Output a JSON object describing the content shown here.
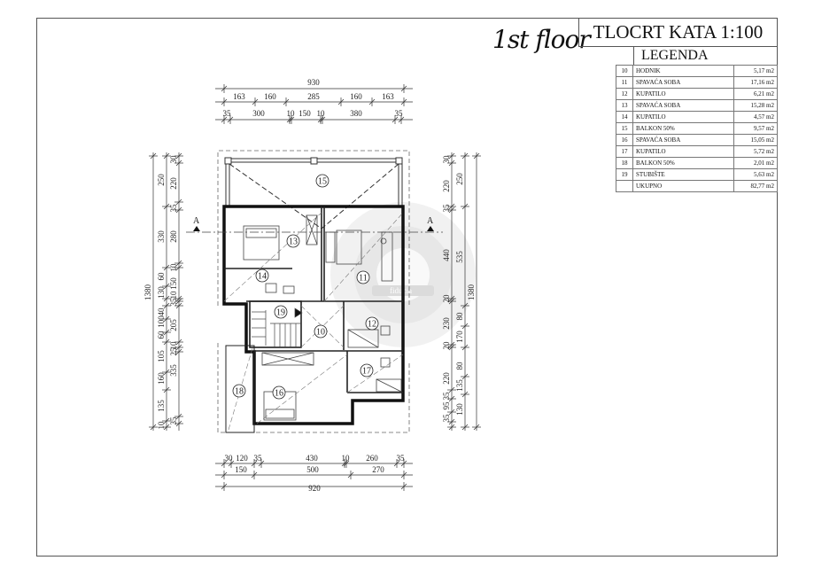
{
  "title_script": "1st floor",
  "title": "TLOCRT KATA 1:100",
  "legend": {
    "header": "LEGENDA",
    "rows": [
      {
        "num": "10",
        "name": "HODNIK",
        "area": "5,17 m2"
      },
      {
        "num": "11",
        "name": "SPAVAĆA SOBA",
        "area": "17,16 m2"
      },
      {
        "num": "12",
        "name": "KUPATILO",
        "area": "6,21 m2"
      },
      {
        "num": "13",
        "name": "SPAVAĆA SOBA",
        "area": "15,28 m2"
      },
      {
        "num": "14",
        "name": "KUPATILO",
        "area": "4,57 m2"
      },
      {
        "num": "15",
        "name": "BALKON 50%",
        "area": "9,57 m2"
      },
      {
        "num": "16",
        "name": "SPAVAĆA SOBA",
        "area": "15,05 m2"
      },
      {
        "num": "17",
        "name": "KUPATILO",
        "area": "5,72 m2"
      },
      {
        "num": "18",
        "name": "BALKON 50%",
        "area": "2,01 m2"
      },
      {
        "num": "19",
        "name": "STUBIŠTE",
        "area": "5,63 m2"
      }
    ],
    "total_label": "UKUPNO",
    "total_area": "82,77 m2"
  },
  "section_marker": "A",
  "rooms": [
    "15",
    "13",
    "11",
    "14",
    "19",
    "10",
    "12",
    "17",
    "16",
    "18"
  ],
  "watermark_text": "fiducia",
  "dims": {
    "top": [
      [
        "930"
      ],
      [
        "163",
        "160",
        "285",
        "160",
        "163"
      ],
      [
        "35",
        "300",
        "10",
        "150",
        "10",
        "380",
        "35"
      ]
    ],
    "left": [
      [
        "1380"
      ],
      [
        "250",
        "330",
        "60",
        "130",
        "40",
        "100",
        "60",
        "105",
        "160",
        "135",
        "10"
      ],
      [
        "30",
        "220",
        "35",
        "280",
        "10",
        "150",
        "10",
        "35",
        "205",
        "10",
        "25",
        "335",
        "35"
      ]
    ],
    "right": [
      [
        "30",
        "220",
        "35",
        "440",
        "20",
        "230",
        "20",
        "220",
        "35",
        "95",
        "35"
      ],
      [
        "250",
        "535",
        "80",
        "170",
        "80",
        "135",
        "130"
      ],
      [
        "1380"
      ]
    ],
    "bottom": [
      [
        "30",
        "120",
        "35",
        "430",
        "10",
        "260",
        "35"
      ],
      [
        "150",
        "500",
        "270"
      ],
      [
        "920"
      ]
    ]
  }
}
